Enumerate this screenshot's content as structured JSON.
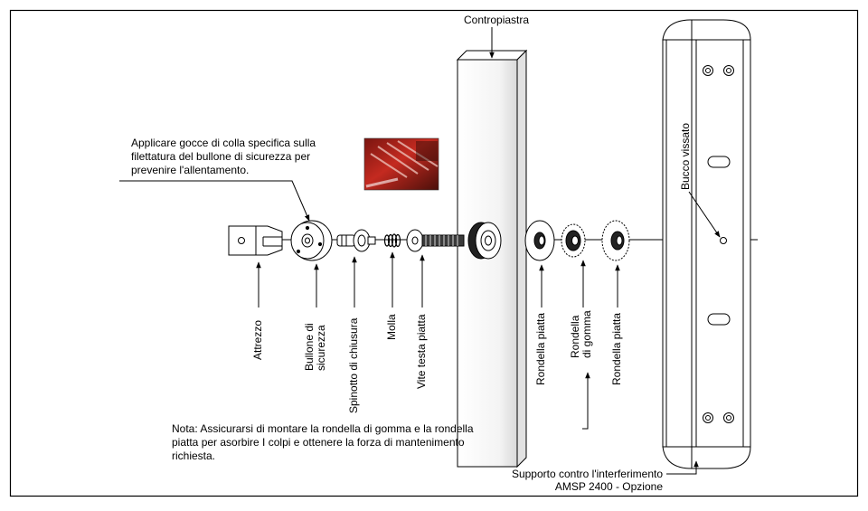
{
  "callouts": {
    "counterplate": "Contropiastra",
    "glue_note": [
      "Applicare gocce di colla specifica sulla",
      "filettatura del bullone di sicurezza per",
      "prevenire l'allentamento."
    ],
    "threaded_hole": "Bucco vissato"
  },
  "parts": {
    "tool": "Attrezzo",
    "safety_bolt": [
      "Bullone di",
      "sicurezza"
    ],
    "locking_pin": "Spinotto di chiusura",
    "spring": "Molla",
    "flat_head_screw": "Vite testa piatta",
    "flat_washer_1": "Rondella piatta",
    "rubber_washer": [
      "Rondella",
      "di gomma"
    ],
    "flat_washer_2": "Rondella piatta"
  },
  "note": [
    "Nota: Assicurarsi di montare la rondella di gomma e la rondella",
    "piatta per asorbire I colpi e ottenere la forza di mantenimento",
    "richiesta."
  ],
  "support_label": [
    "Supporto contro l'interferimento",
    "AMSP 2400 - Opzione"
  ],
  "colors": {
    "line": "#000000",
    "photo_red": "#b8231c",
    "photo_dark": "#3a0d08"
  }
}
